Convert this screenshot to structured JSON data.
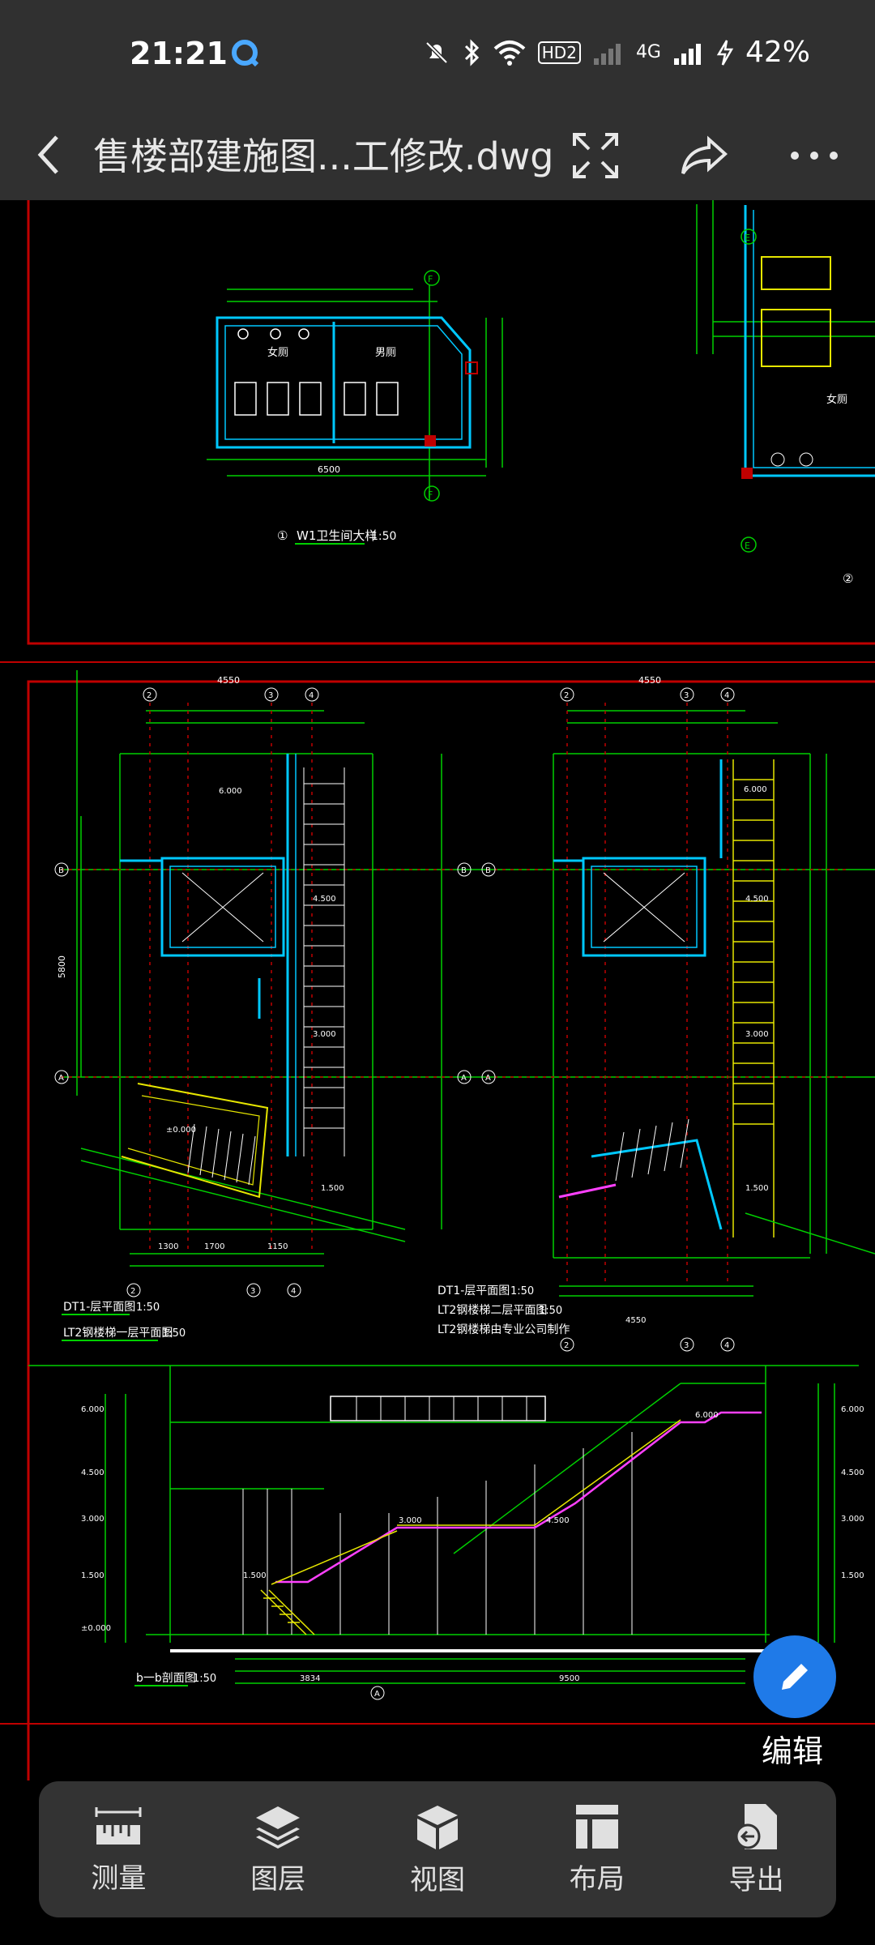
{
  "status_bar": {
    "time": "21:21",
    "network_label": "4G",
    "hd_label": "HD2",
    "battery": "42%"
  },
  "toolbar": {
    "title": "售楼部建施图...工修改.dwg"
  },
  "drawing": {
    "top_left_caption": "W1卫生间大样",
    "top_left_scale": "1:50",
    "top_left_num": "①",
    "top_right_num": "②",
    "label_female": "女厕",
    "label_male": "男厕",
    "left_plan_caption1": "DT1-层平面图",
    "left_plan_caption1_scale": "1:50",
    "left_plan_caption2": "LT2钢楼梯一层平面图",
    "left_plan_caption2_scale": "1:50",
    "right_plan_caption1": "DT1-层平面图",
    "right_plan_caption1_scale": "1:50",
    "right_plan_caption2": "LT2钢楼梯二层平面图",
    "right_plan_caption2_scale": "1:50",
    "right_plan_caption3": "LT2钢楼梯由专业公司制作",
    "section_caption": "b一b剖面图",
    "section_scale": "1:50",
    "dim_total_top": "6500",
    "dim_4550": "4550",
    "dim_5800": "5800",
    "level_6000": "6.000",
    "level_4500": "4.500",
    "level_3000": "3.000",
    "level_1500": "1.500",
    "level_0000": "±0.000",
    "dim_9500": "9500",
    "dim_3834": "3834",
    "dim_1300": "1300",
    "dim_1700": "1700",
    "dim_1150": "1150",
    "axis_A": "A",
    "axis_B": "B",
    "axis_E": "E",
    "axis_F": "F",
    "axis_2": "2",
    "axis_3": "3",
    "axis_4": "4"
  },
  "fab": {
    "label": "编辑"
  },
  "bottom_nav": {
    "items": [
      {
        "label": "测量",
        "icon": "ruler-icon"
      },
      {
        "label": "图层",
        "icon": "layers-icon"
      },
      {
        "label": "视图",
        "icon": "cube-icon"
      },
      {
        "label": "布局",
        "icon": "layout-icon"
      },
      {
        "label": "导出",
        "icon": "export-icon"
      }
    ]
  },
  "colors": {
    "bars": "#303030",
    "frame_red": "#c00000",
    "line_green": "#00d000",
    "line_cyan": "#00c8ff",
    "line_yellow": "#e6e600",
    "line_magenta": "#ff40ff",
    "fab": "#1f7ae8"
  }
}
